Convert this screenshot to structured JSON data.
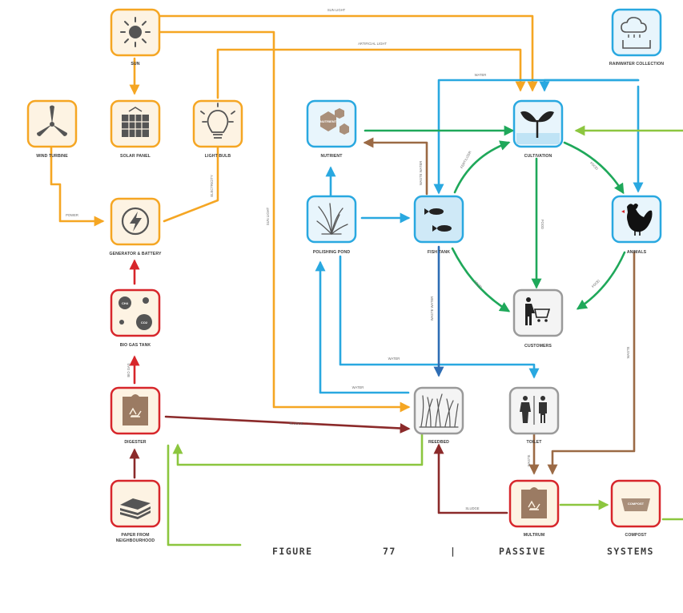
{
  "nodes": {
    "sun": "SUN",
    "solar_panel": "SOLAR PANEL",
    "wind_turbine": "WIND TURBINE",
    "light_bulb": "LIGHT BULB",
    "generator": "GENERATOR & BATTERY",
    "bio_gas_tank": "BIO GAS TANK",
    "digester": "DIGESTER",
    "paper": "PAPER FROM",
    "paper_line2": "NEIGHBOURHOOD",
    "nutrient": "NUTRIENT",
    "polishing_pond": "POLISHING POND",
    "fish_tank": "FISH TANK",
    "cultivation": "CULTIVATION",
    "animals": "ANIMALS",
    "customers": "CUSTOMERS",
    "rainwater": "RAINWATER COLLECTION",
    "reedbed": "REEDBED",
    "toilet": "TOILET",
    "multrum": "MULTRUM",
    "compost": "COMPOST"
  },
  "box_text": {
    "nutrient_badge": "NUTRIENT",
    "compost_badge": "COMPOST",
    "ch4": "CH4",
    "co2": "CO2"
  },
  "edges": {
    "sun_light": "SUN LIGHT",
    "artificial_light": "ARTIFICIAL LIGHT",
    "water_top": "WATER",
    "power": "POWER",
    "electricity": "ELECTRICITY",
    "sun_light_vertical": "SUN LIGHT",
    "waste_water_up": "WASTE WATER",
    "fertilizer": "FERTILIZER",
    "food_right": "FOOD",
    "food_down": "FOOD",
    "food_fish": "FOOD",
    "food_animals": "FOOD",
    "waste_water_down": "WASTE WATER",
    "water_toilet": "WATER",
    "water_reedbed": "WATER",
    "sludge": "SLUDGE",
    "waste": "WASTE",
    "waste_toilet": "WASTE",
    "sludge_multrum": "SLUDGE",
    "bio_gas": "BIO GAS"
  },
  "colors": {
    "orange": "#f5a623",
    "blue": "#29a8e0",
    "dark_blue": "#2e6db4",
    "green": "#1fa85a",
    "light_green": "#8cc63f",
    "red": "#d7262b",
    "dark_red": "#8b2a2a",
    "brown": "#9b6a45",
    "gray": "#9a9a9a"
  },
  "caption": {
    "figure": "FIGURE",
    "number": "77",
    "separator": "|",
    "word1": "PASSIVE",
    "word2": "SYSTEMS"
  }
}
